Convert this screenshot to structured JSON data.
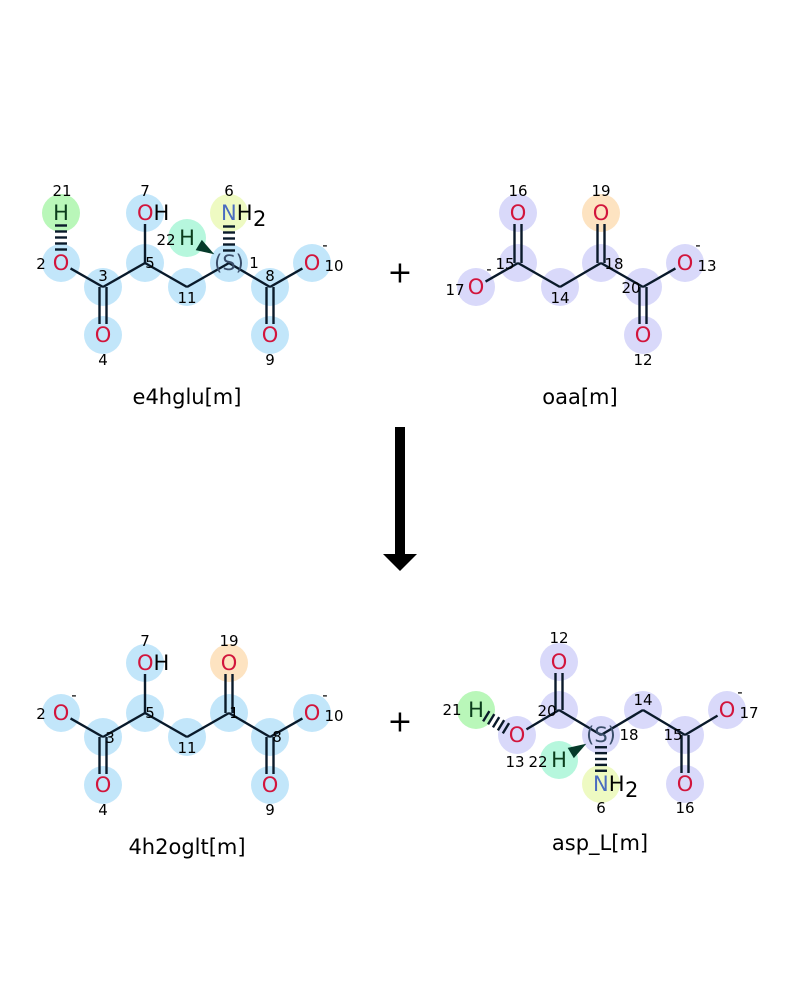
{
  "reaction": {
    "plus_sign": "+",
    "arrow": "right-arrow-down",
    "colors": {
      "blue": "#c2e6fa",
      "lavender": "#d9d9fa",
      "green": "#b9f7b9",
      "mint": "#b6f7dd",
      "yellow": "#eefac2",
      "orange": "#fde3c1",
      "oxygen_text": "#d2153c",
      "nitrogen_text": "#4a6cc0",
      "hydrogen_text": "#0b3d1c",
      "stereo_text": "#3a4e6a"
    },
    "molecules": [
      {
        "key": "e4hglu",
        "name": "e4hglu[m]",
        "atoms": [
          {
            "idx": "21",
            "label": "H",
            "sub": "",
            "charge": "",
            "color": "green"
          },
          {
            "idx": "2",
            "label": "O",
            "sub": "",
            "charge": "",
            "color": "blue"
          },
          {
            "idx": "3",
            "label": "",
            "sub": "",
            "charge": "",
            "color": "blue"
          },
          {
            "idx": "4",
            "label": "O",
            "sub": "",
            "charge": "",
            "color": "blue"
          },
          {
            "idx": "5",
            "label": "",
            "sub": "",
            "charge": "",
            "color": "blue"
          },
          {
            "idx": "7",
            "label": "OH",
            "sub": "",
            "charge": "",
            "color": "blue"
          },
          {
            "idx": "11",
            "label": "",
            "sub": "",
            "charge": "",
            "color": "blue"
          },
          {
            "idx": "1",
            "label": "(S)",
            "sub": "",
            "charge": "",
            "color": "blue"
          },
          {
            "idx": "22",
            "label": "H",
            "sub": "",
            "charge": "",
            "color": "mint"
          },
          {
            "idx": "6",
            "label": "NH",
            "sub": "2",
            "charge": "",
            "color": "yellow"
          },
          {
            "idx": "8",
            "label": "",
            "sub": "",
            "charge": "",
            "color": "blue"
          },
          {
            "idx": "9",
            "label": "O",
            "sub": "",
            "charge": "",
            "color": "blue"
          },
          {
            "idx": "10",
            "label": "O",
            "sub": "",
            "charge": "-",
            "color": "blue"
          }
        ]
      },
      {
        "key": "oaa",
        "name": "oaa[m]",
        "atoms": [
          {
            "idx": "17",
            "label": "O",
            "sub": "",
            "charge": "-",
            "color": "lavender"
          },
          {
            "idx": "15",
            "label": "",
            "sub": "",
            "charge": "",
            "color": "lavender"
          },
          {
            "idx": "16",
            "label": "O",
            "sub": "",
            "charge": "",
            "color": "lavender"
          },
          {
            "idx": "14",
            "label": "",
            "sub": "",
            "charge": "",
            "color": "lavender"
          },
          {
            "idx": "18",
            "label": "",
            "sub": "",
            "charge": "",
            "color": "lavender"
          },
          {
            "idx": "19",
            "label": "O",
            "sub": "",
            "charge": "",
            "color": "orange"
          },
          {
            "idx": "20",
            "label": "",
            "sub": "",
            "charge": "",
            "color": "lavender"
          },
          {
            "idx": "12",
            "label": "O",
            "sub": "",
            "charge": "",
            "color": "lavender"
          },
          {
            "idx": "13",
            "label": "O",
            "sub": "",
            "charge": "-",
            "color": "lavender"
          }
        ]
      },
      {
        "key": "4h2oglt",
        "name": "4h2oglt[m]",
        "atoms": [
          {
            "idx": "2",
            "label": "O",
            "sub": "",
            "charge": "-",
            "color": "blue"
          },
          {
            "idx": "3",
            "label": "",
            "sub": "",
            "charge": "",
            "color": "blue"
          },
          {
            "idx": "4",
            "label": "O",
            "sub": "",
            "charge": "",
            "color": "blue"
          },
          {
            "idx": "5",
            "label": "",
            "sub": "",
            "charge": "",
            "color": "blue"
          },
          {
            "idx": "7",
            "label": "OH",
            "sub": "",
            "charge": "",
            "color": "blue"
          },
          {
            "idx": "11",
            "label": "",
            "sub": "",
            "charge": "",
            "color": "blue"
          },
          {
            "idx": "1",
            "label": "",
            "sub": "",
            "charge": "",
            "color": "blue"
          },
          {
            "idx": "19",
            "label": "O",
            "sub": "",
            "charge": "",
            "color": "orange"
          },
          {
            "idx": "8",
            "label": "",
            "sub": "",
            "charge": "",
            "color": "blue"
          },
          {
            "idx": "9",
            "label": "O",
            "sub": "",
            "charge": "",
            "color": "blue"
          },
          {
            "idx": "10",
            "label": "O",
            "sub": "",
            "charge": "-",
            "color": "blue"
          }
        ]
      },
      {
        "key": "asp_L",
        "name": "asp_L[m]",
        "atoms": [
          {
            "idx": "21",
            "label": "H",
            "sub": "",
            "charge": "",
            "color": "green"
          },
          {
            "idx": "13",
            "label": "O",
            "sub": "",
            "charge": "",
            "color": "lavender"
          },
          {
            "idx": "20",
            "label": "",
            "sub": "",
            "charge": "",
            "color": "lavender"
          },
          {
            "idx": "12",
            "label": "O",
            "sub": "",
            "charge": "",
            "color": "lavender"
          },
          {
            "idx": "18",
            "label": "(S)",
            "sub": "",
            "charge": "",
            "color": "lavender"
          },
          {
            "idx": "22",
            "label": "H",
            "sub": "",
            "charge": "",
            "color": "mint"
          },
          {
            "idx": "6",
            "label": "NH",
            "sub": "2",
            "charge": "",
            "color": "yellow"
          },
          {
            "idx": "14",
            "label": "",
            "sub": "",
            "charge": "",
            "color": "lavender"
          },
          {
            "idx": "15",
            "label": "",
            "sub": "",
            "charge": "",
            "color": "lavender"
          },
          {
            "idx": "16",
            "label": "O",
            "sub": "",
            "charge": "",
            "color": "lavender"
          },
          {
            "idx": "17",
            "label": "O",
            "sub": "",
            "charge": "-",
            "color": "lavender"
          }
        ]
      }
    ]
  }
}
